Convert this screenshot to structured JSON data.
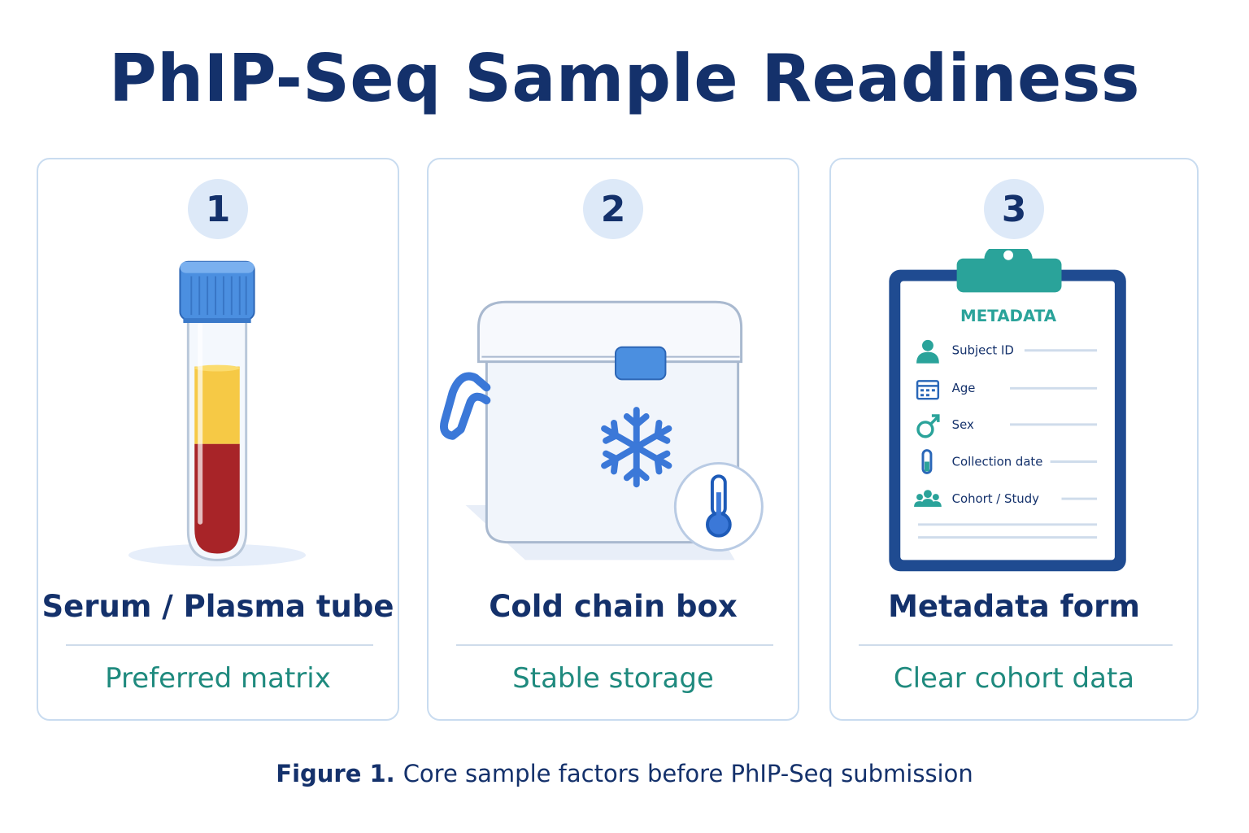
{
  "title": "PhIP-Seq Sample Readiness",
  "cards": [
    {
      "number": "1",
      "label": "Serum / Plasma tube",
      "subtitle": "Preferred matrix"
    },
    {
      "number": "2",
      "label": "Cold chain box",
      "subtitle": "Stable storage"
    },
    {
      "number": "3",
      "label": "Metadata form",
      "subtitle": "Clear cohort data",
      "form": {
        "heading": "METADATA",
        "fields": [
          {
            "icon": "person-icon",
            "label": "Subject ID"
          },
          {
            "icon": "calendar-icon",
            "label": "Age"
          },
          {
            "icon": "male-symbol-icon",
            "label": "Sex"
          },
          {
            "icon": "test-tube-icon",
            "label": "Collection date"
          },
          {
            "icon": "group-icon",
            "label": "Cohort / Study"
          }
        ]
      }
    }
  ],
  "caption": {
    "figure": "Figure 1.",
    "text": "Core sample factors before PhIP-Seq submission"
  },
  "colors": {
    "navy": "#14316b",
    "teal": "#1f8a7e",
    "blue": "#3b78d8",
    "border": "#c9dcf0"
  }
}
